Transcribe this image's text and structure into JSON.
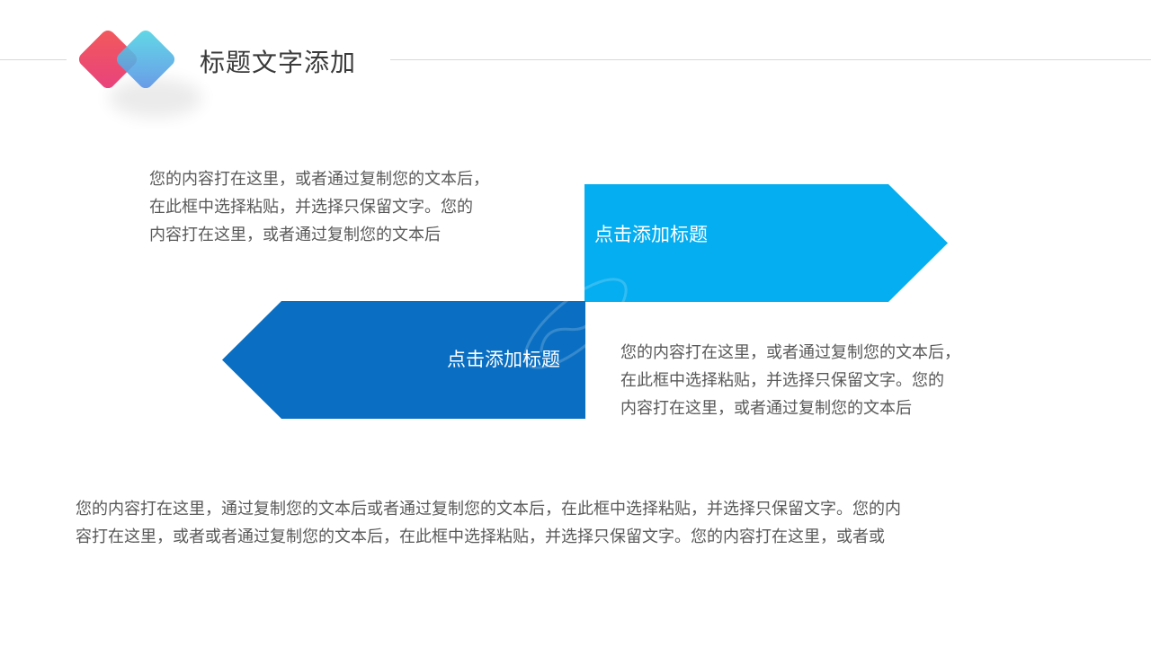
{
  "header": {
    "title": "标题文字添加"
  },
  "colors": {
    "arrow_right": "#05aef0",
    "arrow_left": "#0a6fc2",
    "logo_pink": "#f0476f",
    "logo_blue": "#3fc3e8"
  },
  "blocks": {
    "top_left_text": {
      "lines": [
        "您的内容打在这里，或者通过复制您的文本后，",
        "在此框中选择粘贴，并选择只保留文字。您的",
        "内容打在这里，或者通过复制您的文本后"
      ]
    },
    "right_text": {
      "lines": [
        "您的内容打在这里，或者通过复制您的文本后，",
        "在此框中选择粘贴，并选择只保留文字。您的",
        "内容打在这里，或者通过复制您的文本后"
      ]
    },
    "bottom_text": {
      "lines": [
        "您的内容打在这里，通过复制您的文本后或者通过复制您的文本后，在此框中选择粘贴，并选择只保留文字。您的内",
        "容打在这里，或者或者通过复制您的文本后，在此框中选择粘贴，并选择只保留文字。您的内容打在这里，或者或"
      ]
    }
  },
  "arrows": {
    "right": {
      "label": "点击添加标题"
    },
    "left": {
      "label": "点击添加标题"
    }
  }
}
